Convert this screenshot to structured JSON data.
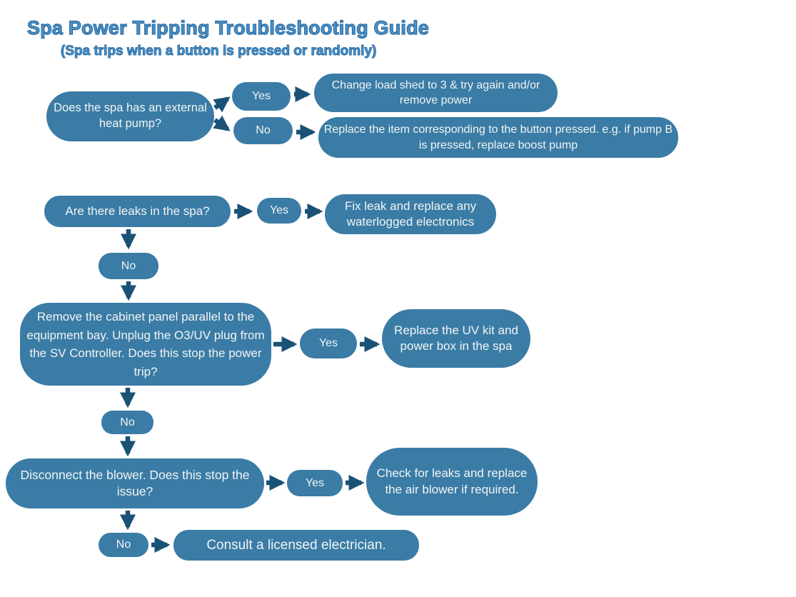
{
  "title": "Spa Power Tripping Troubleshooting Guide",
  "subtitle": "(Spa trips when a button is pressed or randomly)",
  "colors": {
    "node_fill": "#3A7CA5",
    "node_text": "#F2F4F5",
    "arrow": "#1A5276",
    "title_text": "#4E93C4",
    "title_outline": "#2A6CA6"
  },
  "nodes": {
    "q1": "Does the spa has an external heat pump?",
    "yes1": "Yes",
    "no1": "No",
    "r1_yes": "Change load shed to 3 & try again and/or remove power",
    "r1_no": "Replace the item corresponding to the button pressed. e.g. if pump B is pressed, replace boost pump",
    "q2": "Are there leaks in the spa?",
    "yes2": "Yes",
    "r2_yes": "Fix leak and replace any waterlogged electronics",
    "no2": "No",
    "q3": "Remove the cabinet panel parallel to the equipment bay. Unplug the O3/UV plug from the SV Controller. Does this stop the power trip?",
    "yes3": "Yes",
    "r3_yes": "Replace the UV kit and power box in the spa",
    "no3": "No",
    "q4": "Disconnect the blower. Does this stop the issue?",
    "yes4": "Yes",
    "r4_yes": "Check for leaks and replace the air blower if required.",
    "no4": "No",
    "final": "Consult a licensed electrician."
  },
  "edges": [
    {
      "from": "q1",
      "to": "yes1"
    },
    {
      "from": "q1",
      "to": "no1"
    },
    {
      "from": "yes1",
      "to": "r1_yes"
    },
    {
      "from": "no1",
      "to": "r1_no"
    },
    {
      "from": "q2",
      "to": "yes2"
    },
    {
      "from": "yes2",
      "to": "r2_yes"
    },
    {
      "from": "q2",
      "to": "no2"
    },
    {
      "from": "no2",
      "to": "q3"
    },
    {
      "from": "q3",
      "to": "yes3"
    },
    {
      "from": "yes3",
      "to": "r3_yes"
    },
    {
      "from": "q3",
      "to": "no3"
    },
    {
      "from": "no3",
      "to": "q4"
    },
    {
      "from": "q4",
      "to": "yes4"
    },
    {
      "from": "yes4",
      "to": "r4_yes"
    },
    {
      "from": "q4",
      "to": "no4"
    },
    {
      "from": "no4",
      "to": "final"
    }
  ]
}
